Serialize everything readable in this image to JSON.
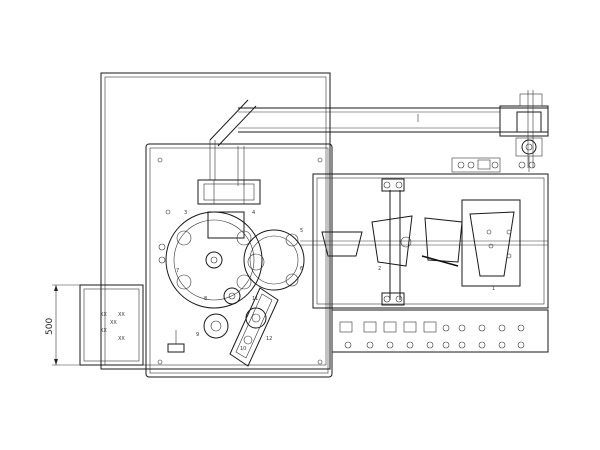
{
  "drawing": {
    "dimension_label": "500",
    "callouts": [
      "1",
      "2",
      "3",
      "4",
      "5",
      "6",
      "7",
      "8",
      "9",
      "10",
      "11",
      "12"
    ]
  }
}
